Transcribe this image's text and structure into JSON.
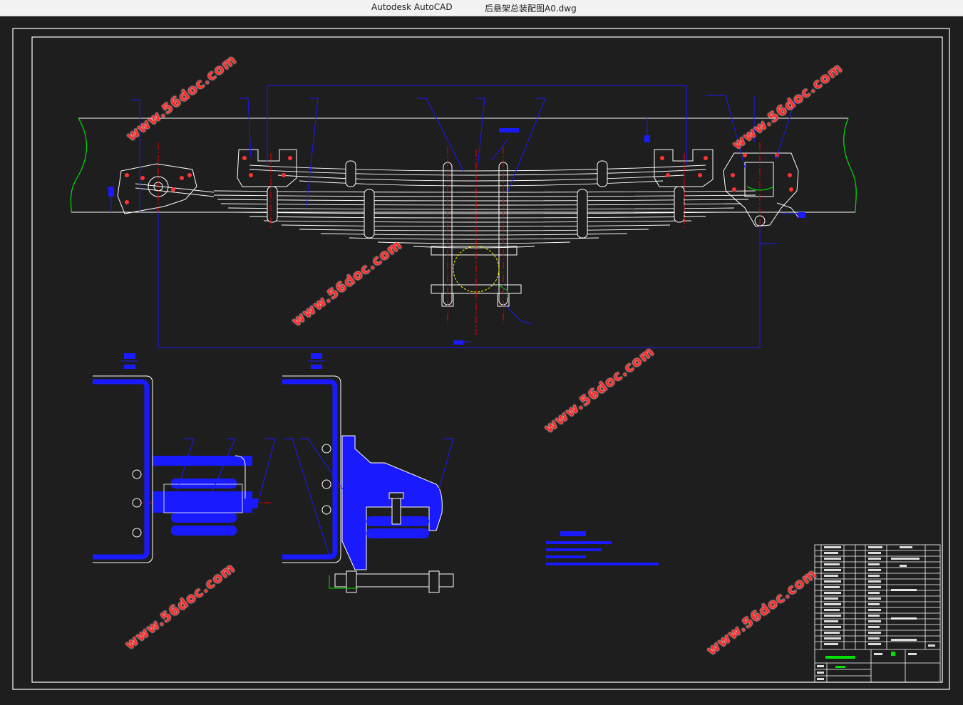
{
  "titlebar": {
    "app_name": "Autodesk AutoCAD",
    "file_name": "后悬架总装配图A0.dwg"
  },
  "watermark": {
    "text": "www.56doc.com",
    "color": "#ff2a2a"
  },
  "colors": {
    "background": "#1e1e1e",
    "white_lines": "#ffffff",
    "blue_lines": "#1a1aff",
    "red_center": "#ff0000",
    "green_lines": "#00e000",
    "yellow_lines": "#ffff00"
  }
}
